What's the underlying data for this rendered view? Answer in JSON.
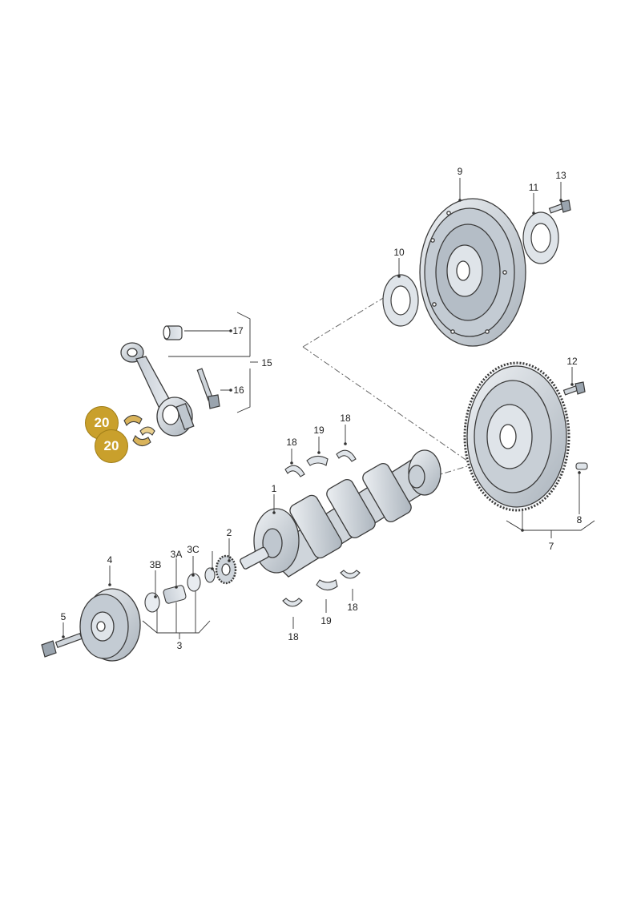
{
  "labels": {
    "p1": "1",
    "p2": "2",
    "p3": "3",
    "p3a": "3A",
    "p3b": "3B",
    "p3c": "3C",
    "p4": "4",
    "p5": "5",
    "p7": "7",
    "p8": "8",
    "p9": "9",
    "p10": "10",
    "p11": "11",
    "p12": "12",
    "p13": "13",
    "p15": "15",
    "p16": "16",
    "p17": "17",
    "p18a": "18",
    "p18b": "18",
    "p18c": "18",
    "p18d": "18",
    "p19a": "19",
    "p19b": "19"
  },
  "badges": {
    "b1": "20",
    "b2": "20"
  },
  "colors": {
    "part_fill": "#d7dde4",
    "part_dark": "#9aa4ae",
    "outline": "#3b3b3b",
    "bearing_gold": "#d9b35a",
    "badge": "#c9a02c"
  }
}
